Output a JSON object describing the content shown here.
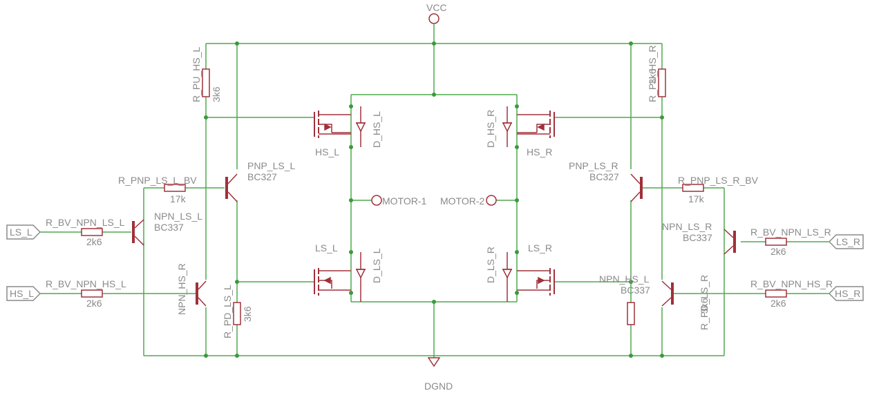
{
  "supply": {
    "vcc": "VCC",
    "gnd": "DGND"
  },
  "motor": {
    "m1": "MOTOR-1",
    "m2": "MOTOR-2"
  },
  "inputs": {
    "ls_l": "LS_L",
    "hs_l": "HS_L",
    "ls_r": "LS_R",
    "hs_r": "HS_R"
  },
  "mosfets": {
    "hs_l": "HS_L",
    "hs_r": "HS_R",
    "ls_l": "LS_L",
    "ls_r": "LS_R",
    "d_hs_l": "D_HS_L",
    "d_hs_r": "D_HS_R",
    "d_ls_l": "D_LS_L",
    "d_ls_r": "D_LS_R"
  },
  "transistors": {
    "pnp_ls_l": {
      "name": "PNP_LS_L",
      "value": "BC327"
    },
    "pnp_ls_r": {
      "name": "PNP_LS_R",
      "value": "BC327"
    },
    "npn_ls_l": {
      "name": "NPN_LS_L",
      "value": "BC337"
    },
    "npn_ls_r": {
      "name": "NPN_LS_R",
      "value": "BC337"
    },
    "npn_hs_l": {
      "name": "NPN_HS_L",
      "value": "BC337"
    },
    "npn_hs_r": {
      "name": "NPN_HS_R"
    }
  },
  "resistors": {
    "r_pu_hs_l": {
      "name": "R_PU_HS_L",
      "value": "3k6"
    },
    "r_pu_hs_r": {
      "name": "R_PU_HS_R",
      "value": "3k6"
    },
    "r_pd_ls_l": {
      "name": "R_PD_LS_L",
      "value": "3k6"
    },
    "r_pd_ls_r": {
      "name": "R_PD_LS_R",
      "value": "3k6"
    },
    "r_pnp_ls_l_bv": {
      "name": "R_PNP_LS_L_BV",
      "value": "17k"
    },
    "r_pnp_ls_r_bv": {
      "name": "R_PNP_LS_R_BV",
      "value": "17k"
    },
    "r_bv_npn_ls_l": {
      "name": "R_BV_NPN_LS_L",
      "value": "2k6"
    },
    "r_bv_npn_hs_l": {
      "name": "R_BV_NPN_HS_L",
      "value": "2k6"
    },
    "r_bv_npn_ls_r": {
      "name": "R_BV_NPN_LS_R",
      "value": "2k6"
    },
    "r_bv_npn_hs_r": {
      "name": "R_BV_NPN_HS_R",
      "value": "2k6"
    }
  },
  "colors": {
    "wire": "#4fa84f",
    "part": "#a0303a",
    "text": "#8a8a8a",
    "junction": "#3a9a3a"
  }
}
